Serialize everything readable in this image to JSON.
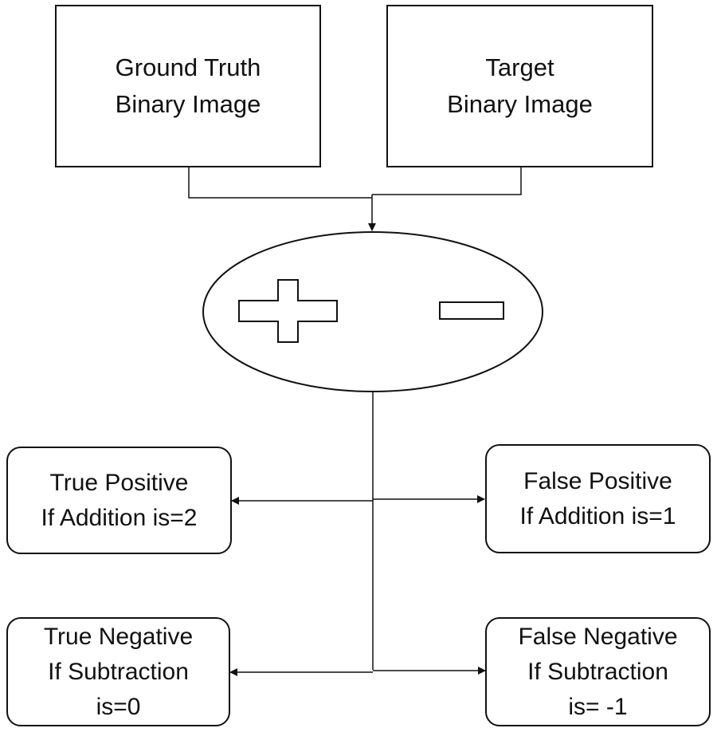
{
  "inputs": {
    "ground_truth": "Ground Truth\nBinary Image",
    "target": "Target\nBinary Image"
  },
  "operation": {
    "symbols": [
      "+",
      "−"
    ],
    "icon_names": [
      "plus-icon",
      "minus-icon"
    ]
  },
  "outcomes": {
    "true_positive": "True Positive\nIf Addition is=2",
    "false_positive": "False Positive\nIf Addition is=1",
    "true_negative": "True  Negative\nIf Subtraction\nis=0",
    "false_negative": "False  Negative\nIf Subtraction\nis= -1"
  },
  "colors": {
    "stroke": "#111111",
    "background": "#ffffff"
  }
}
